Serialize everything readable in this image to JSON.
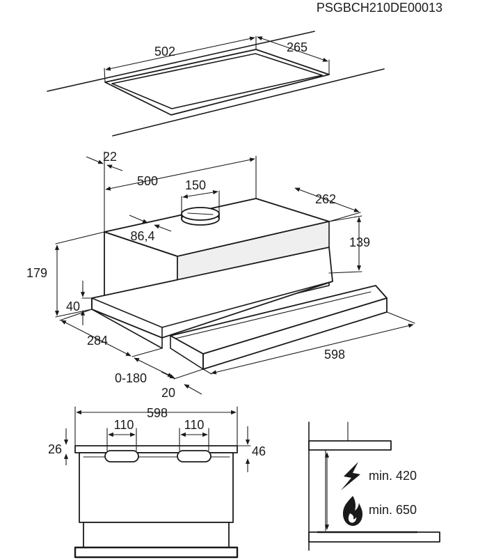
{
  "product_code": "PSGBCH210DE00013",
  "cutout": {
    "width": "502",
    "depth": "265"
  },
  "hood": {
    "offset_top": "22",
    "width_top": "500",
    "duct_diameter": "150",
    "duct_offset": "86,4",
    "depth_top": "262",
    "body_height_right": "139",
    "total_height": "179",
    "front_height": "40",
    "depth_front": "284",
    "drawer_travel": "0-180",
    "drawer_lip": "20",
    "front_width": "598"
  },
  "front_view": {
    "width": "598",
    "vent_left": "110",
    "vent_right": "110",
    "top_gap_left": "26",
    "top_gap_right": "46"
  },
  "clearance": {
    "electric": "min. 420",
    "gas": "min. 650",
    "electric_icon": "lightning-icon",
    "gas_icon": "flame-icon"
  }
}
